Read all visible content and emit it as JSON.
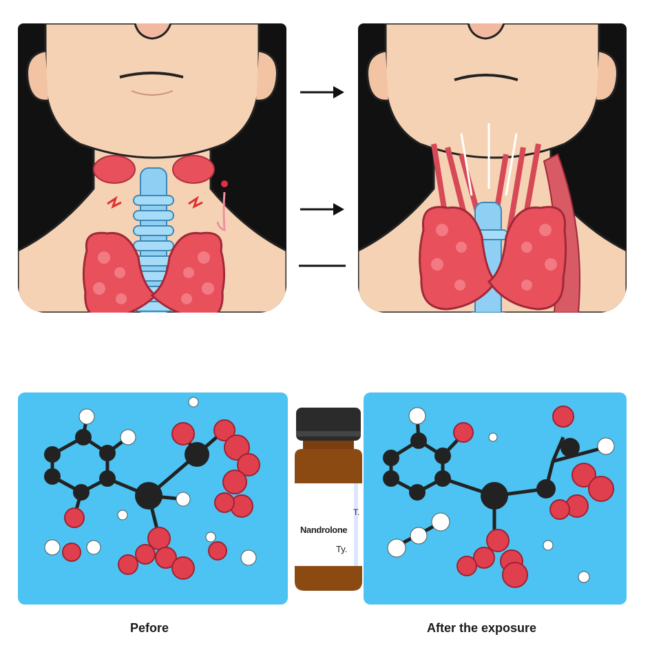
{
  "captions": {
    "before": "Pefore",
    "after": "After the exposure"
  },
  "vial": {
    "label_top": "T.",
    "label_name": "Nandrolone",
    "label_bottom": "Ty."
  },
  "colors": {
    "skin": "#f6d2b4",
    "thyroid": "#e8505c",
    "trachea": "#8ecff3",
    "molecule_bg": "#4cc3f2",
    "vial_glass": "#8a4a12",
    "cap": "#2b2b2b"
  }
}
